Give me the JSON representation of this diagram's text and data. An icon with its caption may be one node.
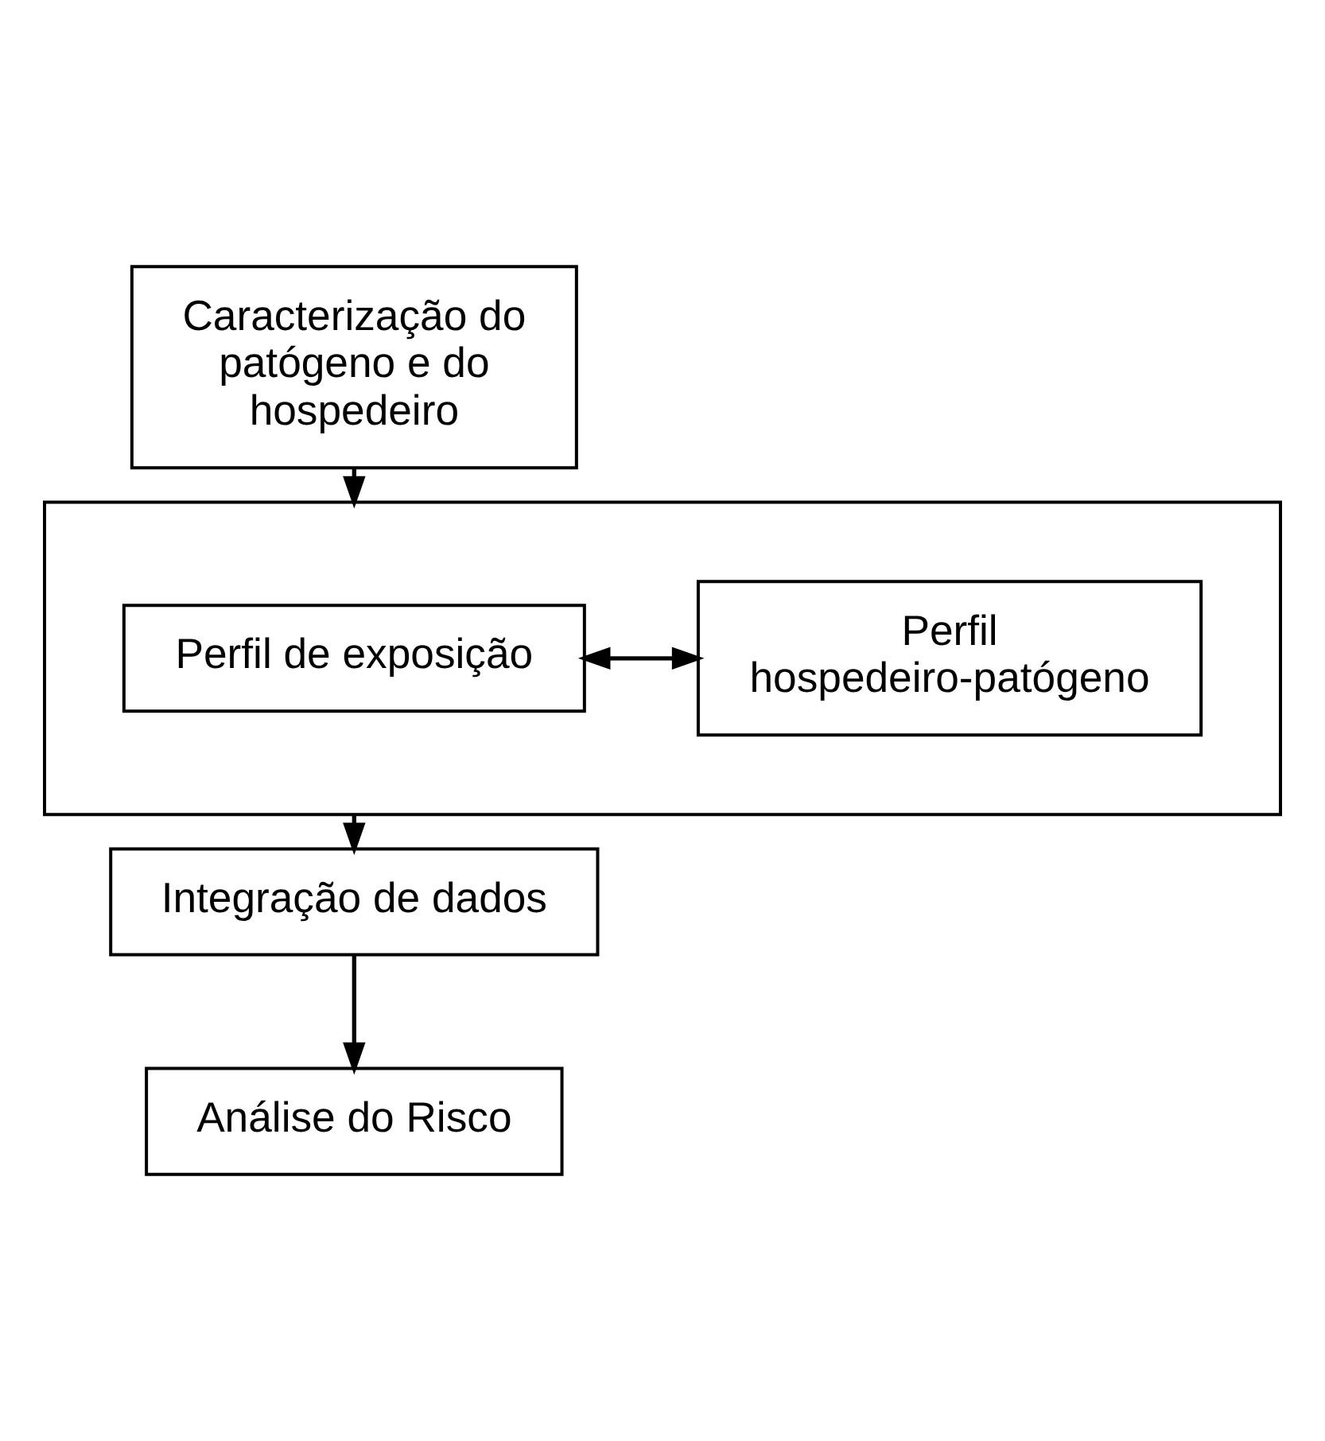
{
  "diagram": {
    "nodes": [
      {
        "text": [
          "Caracterização do patógeno e do hospedeiro"
        ]
      },
      {
        "text": [],
        "shape": "box"
      },
      {
        "text": [
          "Perfil de exposição"
        ],
        "in": 1
      },
      {
        "text": [
          "Perfil hospedeiro-patógeno"
        ],
        "in": 1
      },
      {
        "text": [
          "Integração de dados"
        ]
      },
      {
        "text": [
          "Análise do Risco"
        ]
      }
    ],
    "edges": [
      {
        "from": 0,
        "to": 1,
        "arrow": "to"
      },
      {
        "from": 2,
        "to": 3,
        "arrow": "both"
      },
      {
        "from": 1,
        "to": 4,
        "arrow": "to"
      },
      {
        "from": 4,
        "to": 5,
        "arrow": "to"
      }
    ]
  }
}
